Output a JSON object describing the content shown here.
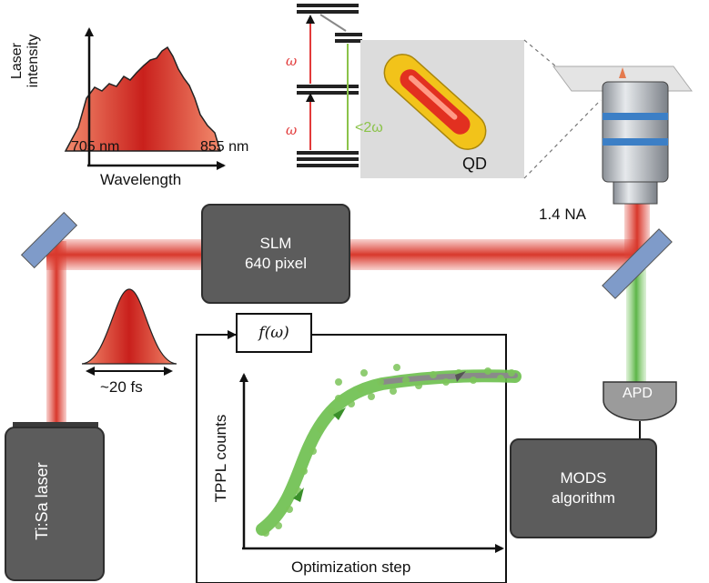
{
  "spectrum": {
    "ylabel_line1": "Laser",
    "ylabel_line2": "intensity",
    "xlabel": "Wavelength",
    "start_label": "705 nm",
    "end_label": "855 nm"
  },
  "level_diagram": {
    "omega_upper": "ω",
    "omega_lower": "ω",
    "emission_label": "<2ω",
    "qd_label": "QD"
  },
  "objective": {
    "na_label": "1.4 NA"
  },
  "slm": {
    "line1": "SLM",
    "line2": "640 pixel"
  },
  "pulse": {
    "duration_label": "~20 fs"
  },
  "laser": {
    "label": "Ti:Sa laser"
  },
  "feedback": {
    "function_label": "f(ω)"
  },
  "optimization_plot": {
    "ylabel": "TPPL counts",
    "xlabel": "Optimization step"
  },
  "detector": {
    "label": "APD"
  },
  "mods": {
    "line1": "MODS",
    "line2": "algorithm"
  },
  "colors": {
    "laser_beam": "#e0463a",
    "emission_beam": "#7fc66a",
    "box_fill": "#5c5c5c",
    "mirror": "#7f9bc9"
  }
}
